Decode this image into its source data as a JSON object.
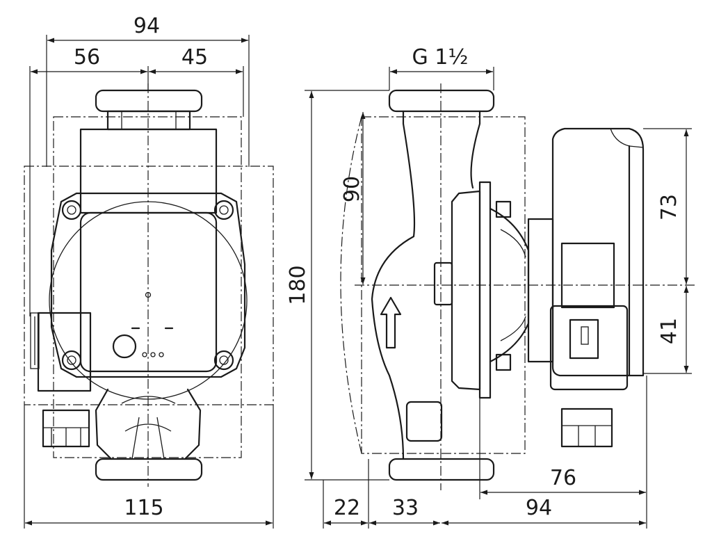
{
  "dimensions": {
    "front_overall_width_top": "94",
    "front_left_width": "56",
    "front_right_width": "45",
    "front_overall_width_bottom": "115",
    "thread": "G 1½",
    "port_to_port_length": "180",
    "inlet_to_axis": "90",
    "motor_top_above_axis": "73",
    "motor_bottom_below_axis": "41",
    "inlet_left_offset": "22",
    "inlet_width_offset": "33",
    "axis_to_motor_back": "94",
    "axis_to_motor_back_upper": "76"
  }
}
